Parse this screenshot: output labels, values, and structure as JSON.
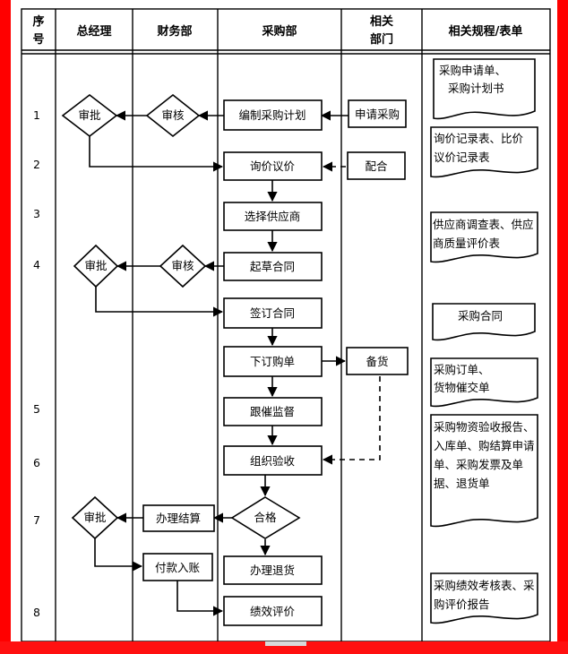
{
  "headers": {
    "seq_line1": "序",
    "seq_line2": "号",
    "gm": "总经理",
    "finance": "财务部",
    "purchase": "采购部",
    "related_line1": "相关",
    "related_line2": "部门",
    "docs": "相关规程/表单"
  },
  "rows": [
    "1",
    "2",
    "3",
    "4",
    "5",
    "6",
    "7",
    "8"
  ],
  "nodes": {
    "plan": "编制采购计划",
    "apply": "申请采购",
    "audit1": "审核",
    "approve1": "审批",
    "inquiry": "询价议价",
    "cooperate": "配合",
    "select_supplier": "选择供应商",
    "draft": "起草合同",
    "audit2": "审核",
    "approve2": "审批",
    "sign": "签订合同",
    "order": "下订购单",
    "stock": "备货",
    "follow": "跟催监督",
    "inspect": "组织验收",
    "qualified": "合格",
    "settle": "办理结算",
    "approve3": "审批",
    "pay": "付款入账",
    "return_goods": "办理退货",
    "evaluate": "绩效评价"
  },
  "docs": {
    "doc1": [
      "采购申请单、",
      "采购计划书"
    ],
    "doc2": [
      "询价记录表、比价",
      "议价记录表"
    ],
    "doc3": [
      "供应商调查表、供应",
      "商质量评价表"
    ],
    "doc4": [
      "采购合同"
    ],
    "doc5": [
      "采购订单、",
      "货物催交单"
    ],
    "doc6": [
      "采购物资验收报告、",
      "入库单、购结算申请",
      "单、采购发票及单",
      "据、退货单"
    ],
    "doc7": [
      "采购绩效考核表、采",
      "购评价报告"
    ]
  }
}
